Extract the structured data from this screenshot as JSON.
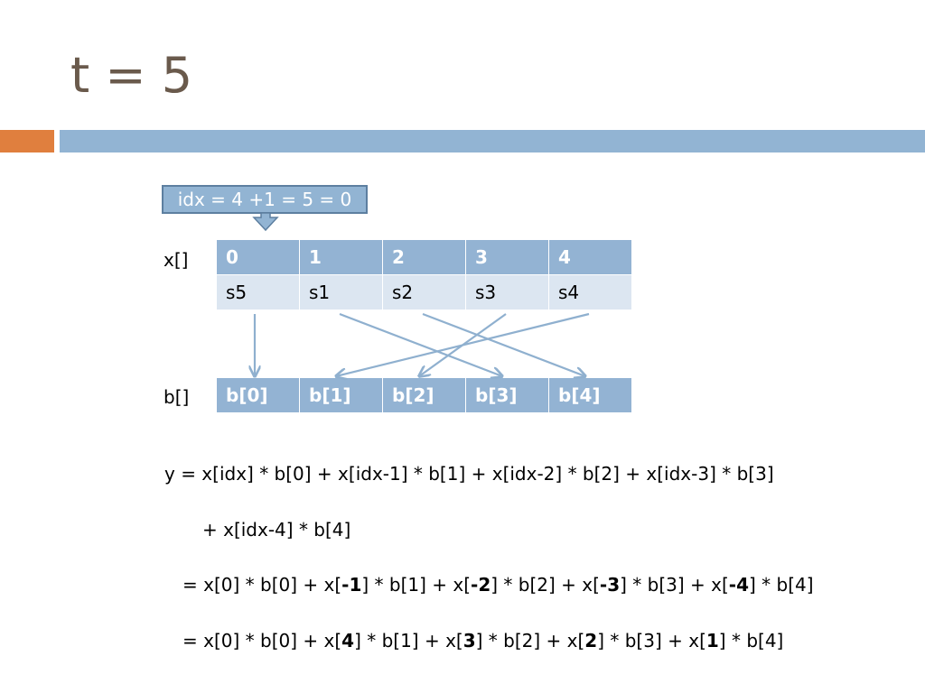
{
  "title": "t = 5",
  "colors": {
    "accent_orange": "#e07f3e",
    "accent_blue": "#92b4d3",
    "table_header": "#93b3d3",
    "table_body": "#dce6f1",
    "title_color": "#6a5a4c",
    "arrow_color": "#8fb0cf"
  },
  "callout": {
    "text": "idx = 4 +1 = 5 = 0"
  },
  "x_row": {
    "label": "x[]",
    "indices": [
      "0",
      "1",
      "2",
      "3",
      "4"
    ],
    "values": [
      "s5",
      "s1",
      "s2",
      "s3",
      "s4"
    ]
  },
  "b_row": {
    "label": "b[]",
    "cells": [
      "b[0]",
      "b[1]",
      "b[2]",
      "b[3]",
      "b[4]"
    ]
  },
  "mapping": [
    {
      "from": 0,
      "to": 0
    },
    {
      "from": 1,
      "to": 3
    },
    {
      "from": 2,
      "to": 4
    },
    {
      "from": 3,
      "to": 2
    },
    {
      "from": 4,
      "to": 1
    }
  ],
  "equations": [
    [
      {
        "t": "y = x[idx] * b[0] + x[idx-1] * b[1] + x[idx-2] * b[2] + x[idx-3] * b[3]"
      }
    ],
    [
      {
        "t": "+ x[idx-4] * b[4]"
      }
    ],
    [
      {
        "t": "= x[0] * b[0] + x["
      },
      {
        "t": "-1",
        "b": true
      },
      {
        "t": "] * b[1] + x["
      },
      {
        "t": "-2",
        "b": true
      },
      {
        "t": "] * b[2] + x["
      },
      {
        "t": "-3",
        "b": true
      },
      {
        "t": "] * b[3] + x["
      },
      {
        "t": "-4",
        "b": true
      },
      {
        "t": "] * b[4]"
      }
    ],
    [
      {
        "t": "= x[0] * b[0] + x["
      },
      {
        "t": "4",
        "b": true
      },
      {
        "t": "] * b[1] + x["
      },
      {
        "t": "3",
        "b": true
      },
      {
        "t": "] * b[2] + x["
      },
      {
        "t": "2",
        "b": true
      },
      {
        "t": "] * b[3] + x["
      },
      {
        "t": "1",
        "b": true
      },
      {
        "t": "] * b[4]"
      }
    ]
  ]
}
